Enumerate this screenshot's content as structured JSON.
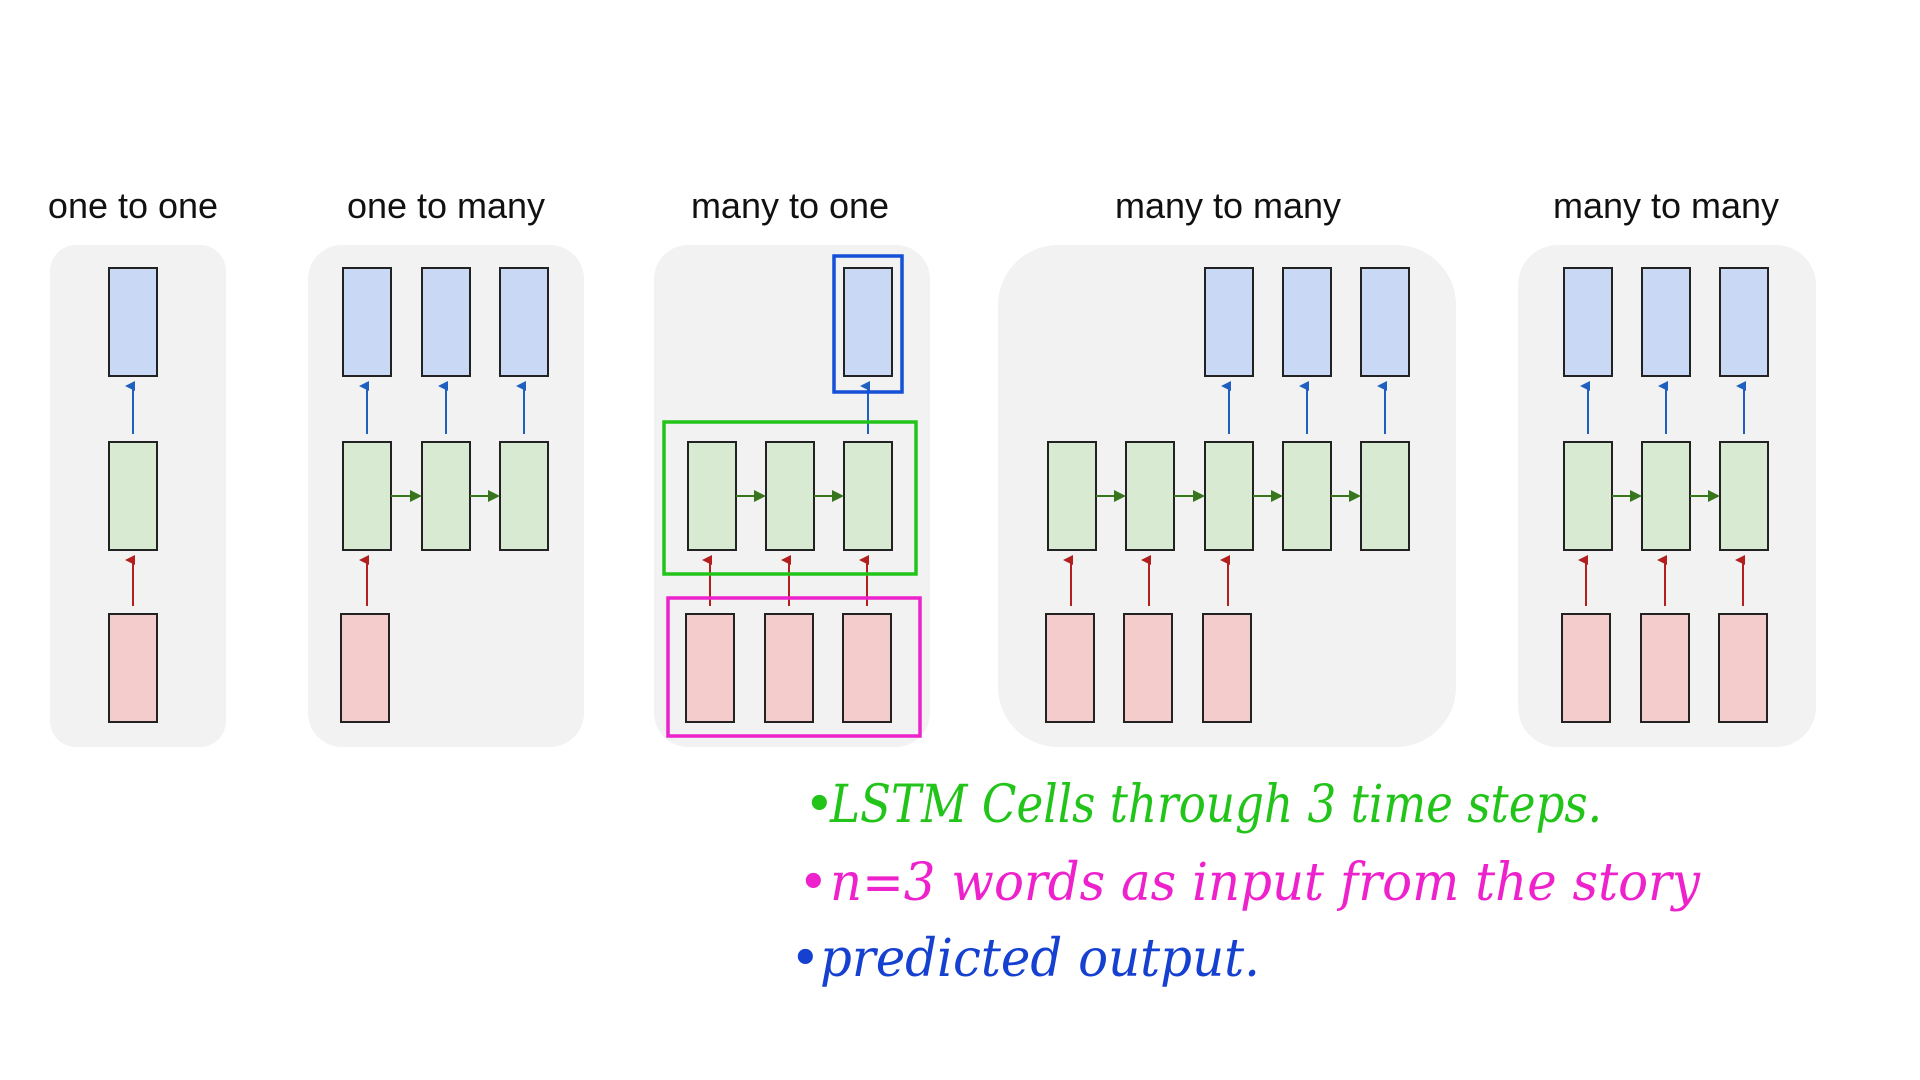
{
  "colors": {
    "panel_bg": "#f2f2f2",
    "output_fill": "#c9d9f5",
    "hidden_fill": "#d9ead3",
    "input_fill": "#f4cccc",
    "cell_stroke": "#222222",
    "arrow_up_output": "#1f5fbf",
    "arrow_hidden": "#38761d",
    "arrow_up_input": "#b21f1f",
    "highlight_output": "#1550d8",
    "highlight_hidden": "#22c41a",
    "highlight_input": "#ee22cc",
    "note_green": "#22c41a",
    "note_pink": "#ee22cc",
    "note_blue": "#1540d0"
  },
  "panels": [
    {
      "title": "one to one",
      "inputs": 1,
      "outputs": 1
    },
    {
      "title": "one to many",
      "inputs": 1,
      "outputs": 3
    },
    {
      "title": "many to one",
      "inputs": 3,
      "outputs": 1
    },
    {
      "title": "many to many",
      "inputs": 3,
      "outputs": 3
    },
    {
      "title": "many to many",
      "inputs": 3,
      "outputs": 3
    }
  ],
  "notes": [
    {
      "bullet": "•",
      "text": "LSTM Cells through 3 time steps.",
      "color_key": "note_green"
    },
    {
      "bullet": "•",
      "text": "n=3 words as input from the story",
      "color_key": "note_pink"
    },
    {
      "bullet": "•",
      "text": "predicted output.",
      "color_key": "note_blue"
    }
  ]
}
